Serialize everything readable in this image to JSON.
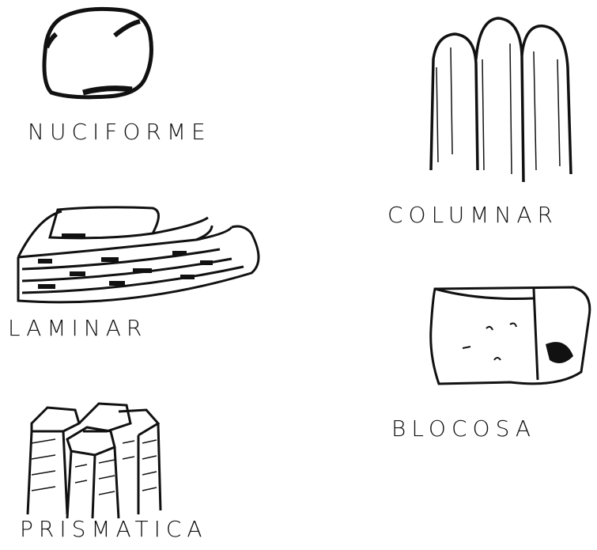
{
  "structures": [
    {
      "id": "nuciforme",
      "label": "NUCIFORME"
    },
    {
      "id": "columnar",
      "label": "COLUMNAR"
    },
    {
      "id": "laminar",
      "label": "LAMINAR"
    },
    {
      "id": "blocosa",
      "label": "BLOCOSA"
    },
    {
      "id": "prismatica",
      "label": "PRISMATICA"
    }
  ],
  "colors": {
    "ink": "#111111",
    "background": "#ffffff"
  }
}
